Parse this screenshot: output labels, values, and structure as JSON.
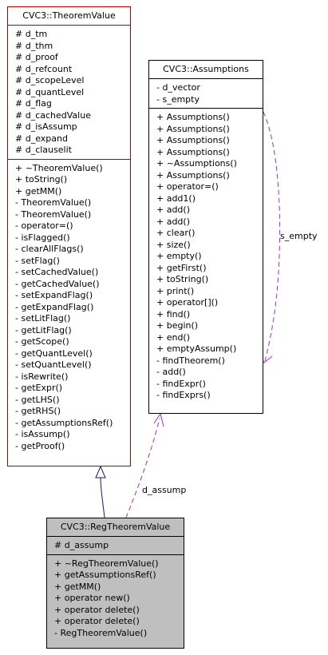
{
  "theorem_value": {
    "name": "CVC3::TheoremValue",
    "attributes": [
      "# d_tm",
      "# d_thm",
      "# d_proof",
      "# d_refcount",
      "# d_scopeLevel",
      "# d_quantLevel",
      "# d_flag",
      "# d_cachedValue",
      "# d_isAssump",
      "# d_expand",
      "# d_clauselit"
    ],
    "methods": [
      "+ ~TheoremValue()",
      "+ toString()",
      "+ getMM()",
      "- TheoremValue()",
      "- TheoremValue()",
      "- operator=()",
      "- isFlagged()",
      "- clearAllFlags()",
      "- setFlag()",
      "- setCachedValue()",
      "- getCachedValue()",
      "- setExpandFlag()",
      "- getExpandFlag()",
      "- setLitFlag()",
      "- getLitFlag()",
      "- getScope()",
      "- getQuantLevel()",
      "- setQuantLevel()",
      "- isRewrite()",
      "- getExpr()",
      "- getLHS()",
      "- getRHS()",
      "- getAssumptionsRef()",
      "- isAssump()",
      "- getProof()"
    ]
  },
  "assumptions": {
    "name": "CVC3::Assumptions",
    "attributes": [
      "- d_vector",
      "- s_empty"
    ],
    "methods": [
      "+ Assumptions()",
      "+ Assumptions()",
      "+ Assumptions()",
      "+ Assumptions()",
      "+ ~Assumptions()",
      "+ Assumptions()",
      "+ operator=()",
      "+ add1()",
      "+ add()",
      "+ add()",
      "+ clear()",
      "+ size()",
      "+ empty()",
      "+ getFirst()",
      "+ toString()",
      "+ print()",
      "+ operator[]()",
      "+ find()",
      "+ begin()",
      "+ end()",
      "+ emptyAssump()",
      "- findTheorem()",
      "- add()",
      "- findExpr()",
      "- findExprs()"
    ]
  },
  "reg_theorem_value": {
    "name": "CVC3::RegTheoremValue",
    "attributes": [
      "# d_assump"
    ],
    "methods": [
      "+ ~RegTheoremValue()",
      "+ getAssumptionsRef()",
      "+ getMM()",
      "+ operator new()",
      "+ operator delete()",
      "+ operator delete()",
      "- RegTheoremValue()"
    ]
  },
  "edges": {
    "s_empty_label": "s_empty",
    "d_assump_label": "d_assump"
  },
  "colors": {
    "class_border_red": "#b00000",
    "highlight_fill": "#bfbfbf",
    "association_edge": "#9a32cd",
    "inheritance_edge": "#191970"
  }
}
